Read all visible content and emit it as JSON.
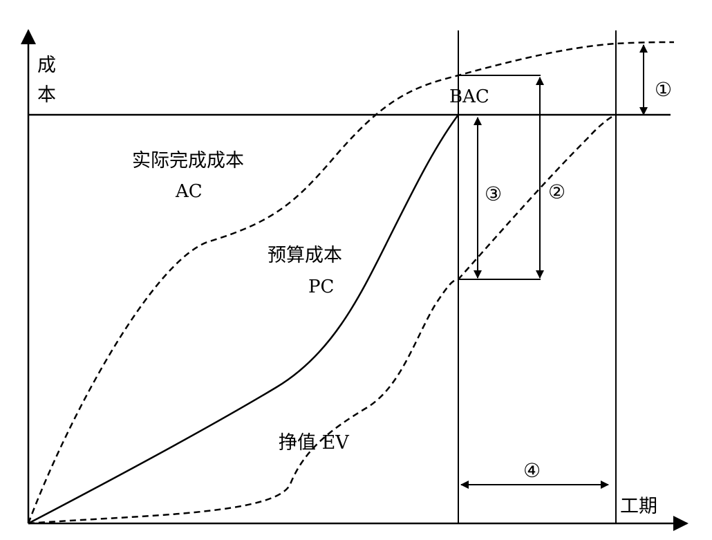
{
  "axes": {
    "y_label_top": "成",
    "y_label_bottom": "本",
    "x_label": "工期"
  },
  "labels": {
    "bac": "BAC",
    "ac_name": "实际完成成本",
    "ac_abbr": "AC",
    "pc_name": "预算成本",
    "pc_abbr": "PC",
    "ev": "挣值 EV"
  },
  "markers": [
    "①",
    "②",
    "③",
    "④"
  ]
}
